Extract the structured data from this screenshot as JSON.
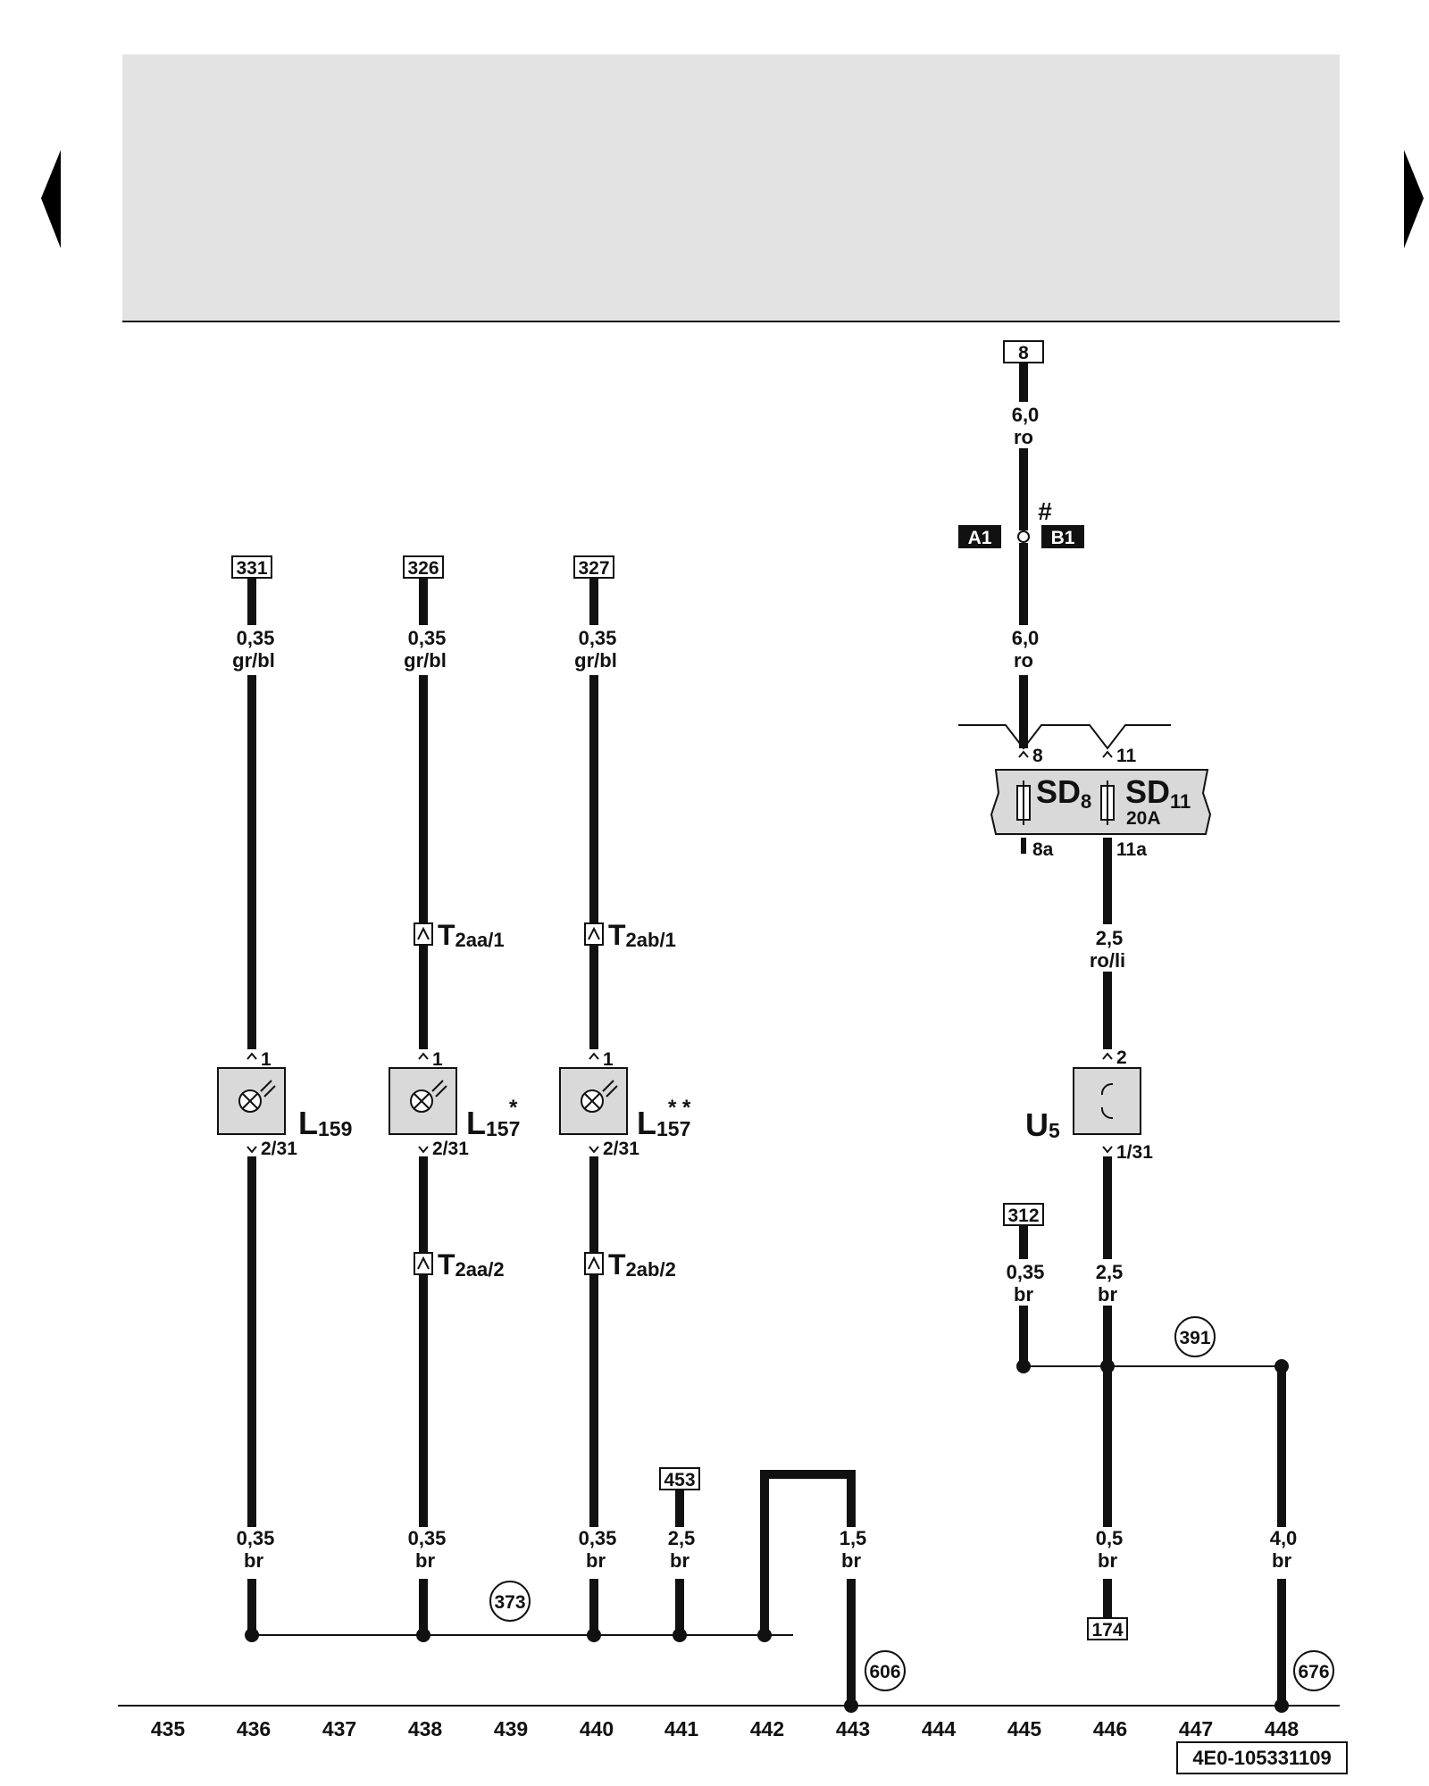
{
  "nav": {
    "prev_label": "previous page",
    "next_label": "next page"
  },
  "header_area": {
    "fill": "#e3e3e3"
  },
  "refs": {
    "r331": "331",
    "r326": "326",
    "r327": "327",
    "r8": "8",
    "r453": "453",
    "r312": "312",
    "r174": "174"
  },
  "wires": {
    "w436_top": {
      "size": "0,35",
      "color": "gr/bl"
    },
    "w438_top": {
      "size": "0,35",
      "color": "gr/bl"
    },
    "w440_top": {
      "size": "0,35",
      "color": "gr/bl"
    },
    "w445_a": {
      "size": "6,0",
      "color": "ro"
    },
    "w445_b": {
      "size": "6,0",
      "color": "ro"
    },
    "w446_mid": {
      "size": "2,5",
      "color": "ro/li"
    },
    "w445_bottom": {
      "size": "0,35",
      "color": "br"
    },
    "w446_low": {
      "size": "2,5",
      "color": "br"
    },
    "w436_bot": {
      "size": "0,35",
      "color": "br"
    },
    "w438_bot": {
      "size": "0,35",
      "color": "br"
    },
    "w440_bot": {
      "size": "0,35",
      "color": "br"
    },
    "w441_bot": {
      "size": "2,5",
      "color": "br"
    },
    "w443_bot": {
      "size": "1,5",
      "color": "br"
    },
    "w446_bot": {
      "size": "0,5",
      "color": "br"
    },
    "w448_bot": {
      "size": "4,0",
      "color": "br"
    }
  },
  "splice": {
    "mark": "#",
    "left_tag": "A1",
    "right_tag": "B1"
  },
  "fusebox": {
    "sd8_main": "SD",
    "sd8_sub": "8",
    "sd11_main": "SD",
    "sd11_sub": "11",
    "rating": "20A",
    "pin_8": "8",
    "pin_11": "11",
    "pin_8a": "8a",
    "pin_11a": "11a"
  },
  "connectors": {
    "t2aa1_main": "T",
    "t2aa1_sub": "2aa/1",
    "t2ab1_main": "T",
    "t2ab1_sub": "2ab/1",
    "t2aa2_main": "T",
    "t2aa2_sub": "2aa/2",
    "t2ab2_main": "T",
    "t2ab2_sub": "2ab/2"
  },
  "components": {
    "l159": {
      "main": "L",
      "sub": "159",
      "pin_top": "1",
      "pin_bot": "2/31"
    },
    "l157a": {
      "main": "L",
      "sub": "157",
      "mark": "*",
      "pin_top": "1",
      "pin_bot": "2/31"
    },
    "l157b": {
      "main": "L",
      "sub": "157",
      "mark": "* *",
      "pin_top": "1",
      "pin_bot": "2/31"
    },
    "u5": {
      "main": "U",
      "sub": "5",
      "pin_top": "2",
      "pin_bot": "1/31"
    }
  },
  "grounds": {
    "g373": "373",
    "g391": "391",
    "g606": "606",
    "g676": "676"
  },
  "axis_numbers": [
    "435",
    "436",
    "437",
    "438",
    "439",
    "440",
    "441",
    "442",
    "443",
    "444",
    "445",
    "446",
    "447",
    "448"
  ],
  "doc_id": "4E0-105331109"
}
